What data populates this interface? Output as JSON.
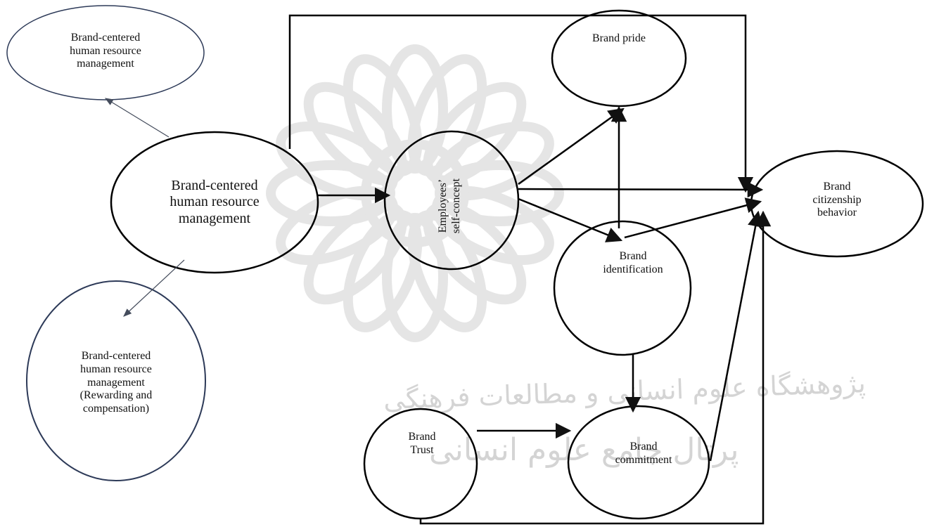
{
  "diagram": {
    "nodes": {
      "hrm_main": "Brand-centered\nhuman resource\nmanagement",
      "hrm_top": "Brand-centered\nhuman resource\nmanagement",
      "hrm_bottom": "Brand-centered\nhuman resource\nmanagement\n(Rewarding and\ncompensation)",
      "self_concept": "Employees’\nself-concept",
      "brand_pride": "Brand pride",
      "brand_identification": "Brand\nidentification",
      "brand_citizenship": "Brand\ncitizenship\nbehavior",
      "brand_trust": "Brand\nTrust",
      "brand_commitment": "Brand\ncommitment"
    },
    "watermark": {
      "line1": "پژوهشگاه علوم انسانی و مطالعات فرهنگی",
      "line2": "پرتال جامع علوم انسانی"
    }
  }
}
